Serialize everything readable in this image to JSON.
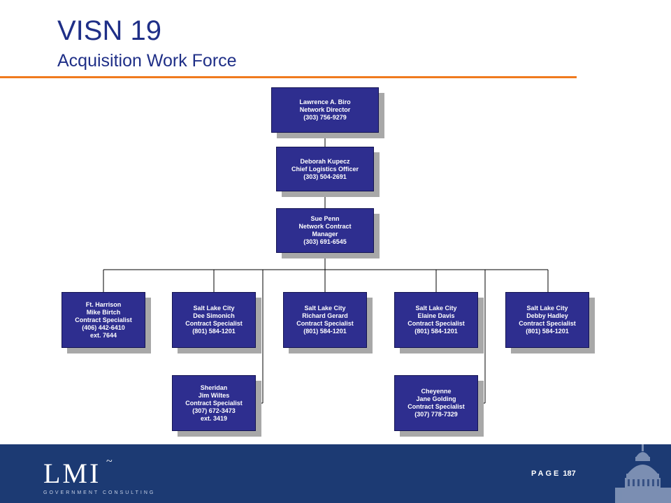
{
  "header": {
    "title": "VISN 19",
    "subtitle": "Acquisition Work Force"
  },
  "org": {
    "director": [
      "Lawrence A. Biro",
      "Network Director",
      "(303) 756-9279"
    ],
    "logistics": [
      "Deborah Kupecz",
      "Chief Logistics Officer",
      "(303) 504-2691"
    ],
    "manager": [
      "Sue Penn",
      "Network Contract",
      "Manager",
      "(303) 691-6545"
    ],
    "specialists": [
      [
        "Ft. Harrison",
        "Mike Birtch",
        "Contract Specialist",
        "(406) 442-6410",
        "ext. 7644"
      ],
      [
        "Salt Lake City",
        "Dee Simonich",
        "Contract Specialist",
        "(801) 584-1201"
      ],
      [
        "Salt Lake City",
        "Richard Gerard",
        "Contract Specialist",
        "(801) 584-1201"
      ],
      [
        "Salt Lake City",
        "Elaine Davis",
        "Contract Specialist",
        "(801) 584-1201"
      ],
      [
        "Salt Lake City",
        "Debby Hadley",
        "Contract Specialist",
        "(801) 584-1201"
      ]
    ],
    "lower": [
      [
        "Sheridan",
        "Jim Wiltes",
        "Contract Specialist",
        "(307) 672-3473",
        "ext. 3419"
      ],
      [
        "Cheyenne",
        "Jane Golding",
        "Contract Specialist",
        "(307) 778-7329"
      ]
    ]
  },
  "footer": {
    "logo": "LMI",
    "logo_tagline": "GOVERNMENT CONSULTING",
    "page_label": "PAGE",
    "page_number": "187"
  },
  "colors": {
    "title": "#1f2f87",
    "rule": "#f07a1e",
    "box_fill": "#2e2e8f",
    "footer": "#1c3a73"
  }
}
